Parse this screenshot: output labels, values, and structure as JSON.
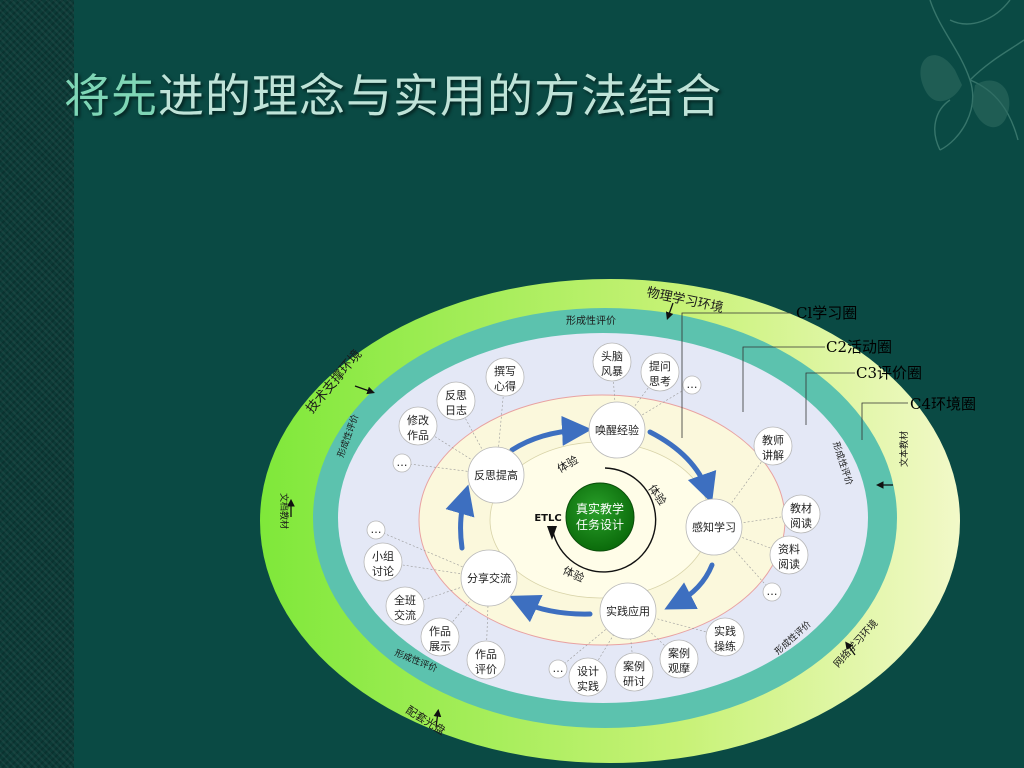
{
  "title": {
    "part1": "将先",
    "part2": "进的理念与实用的方法结合"
  },
  "rings": {
    "c4_top": "物理学习环境",
    "c4_left": "技术支撑环境",
    "c4_left_side": "文档教材",
    "c4_right_side": "文本教材",
    "c4_bottom_right": "网络学习环境",
    "c4_bottom": "配套光盘",
    "c3_top": "形成性评价",
    "c3_left": "形成性评价",
    "c3_right": "形成性评价",
    "c3_bottom_left": "形成性评价",
    "c3_bottom_right": "形成性评价"
  },
  "legend": [
    "Cl学习圈",
    "C2活动圈",
    "C3评价圈",
    "C4环境圈"
  ],
  "center": {
    "line1": "真实教学",
    "line2": "任务设计",
    "etlc": "ETLC"
  },
  "cycle": {
    "nodes": [
      "唤醒经验",
      "感知学习",
      "实践应用",
      "分享交流",
      "反思提高"
    ],
    "experience": [
      "体验",
      "体验",
      "体验"
    ]
  },
  "activities": [
    [
      "头脑",
      "风暴"
    ],
    [
      "提问",
      "思考"
    ],
    [
      "…"
    ],
    [
      "教师",
      "讲解"
    ],
    [
      "教材",
      "阅读"
    ],
    [
      "资料",
      "阅读"
    ],
    [
      "…"
    ],
    [
      "实践",
      "操练"
    ],
    [
      "案例",
      "观摩"
    ],
    [
      "案例",
      "研讨"
    ],
    [
      "设计",
      "实践"
    ],
    [
      "…"
    ],
    [
      "作品",
      "评价"
    ],
    [
      "作品",
      "展示"
    ],
    [
      "全班",
      "交流"
    ],
    [
      "小组",
      "讨论"
    ],
    [
      "…"
    ],
    [
      "…"
    ],
    [
      "修改",
      "作品"
    ],
    [
      "反思",
      "日志"
    ],
    [
      "撰写",
      "心得"
    ]
  ]
}
